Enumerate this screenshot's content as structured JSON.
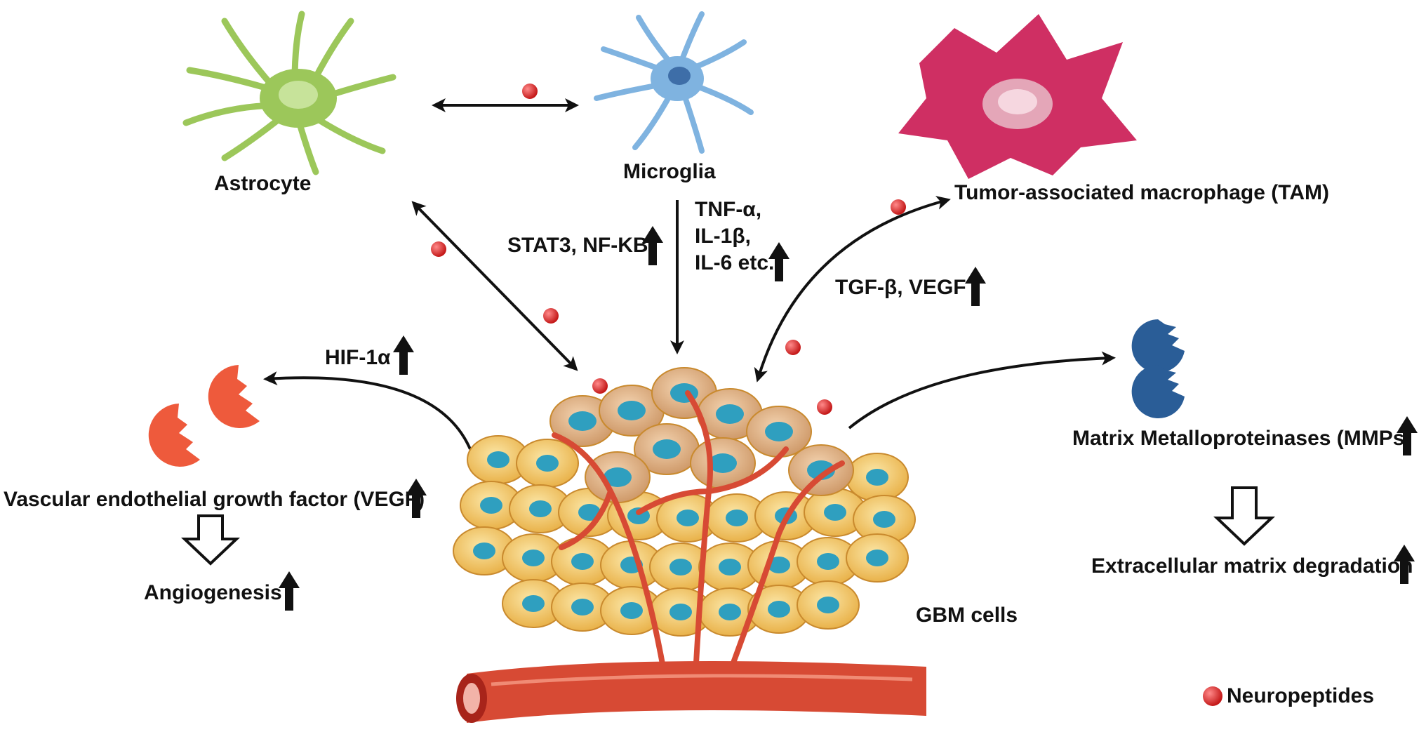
{
  "labels": {
    "astrocyte": "Astrocyte",
    "microglia": "Microglia",
    "tam": "Tumor-associated macrophage (TAM)",
    "stat3": "STAT3, NF-KB",
    "tnf": "TNF-α,",
    "il1": "IL-1β,",
    "il6": "IL-6 etc.",
    "tgf": "TGF-β, VEGF",
    "hif": "HIF-1α",
    "vegf": "Vascular endothelial growth factor (VEGF)",
    "angiogenesis": "Angiogenesis",
    "mmps": "Matrix Metalloproteinases (MMPs)",
    "ecm": "Extracellular matrix degradation",
    "gbm": "GBM cells",
    "legend": "Neuropeptides"
  },
  "colors": {
    "astrocyte": "#9cc75a",
    "microglia": "#7fb3e0",
    "tam": "#cf2f63",
    "neuropeptide": "#e02a2a",
    "vegf_protein": "#ee5a3c",
    "mmp_protein": "#2a5d97",
    "tumor_cell": "#f1c15e",
    "tumor_nucleus": "#2f9fbf",
    "vessel": "#d74a34"
  },
  "icons": [
    "up-arrow-icon",
    "hollow-down-arrow-icon",
    "double-arrow-icon",
    "neuropeptide-dot-icon"
  ]
}
